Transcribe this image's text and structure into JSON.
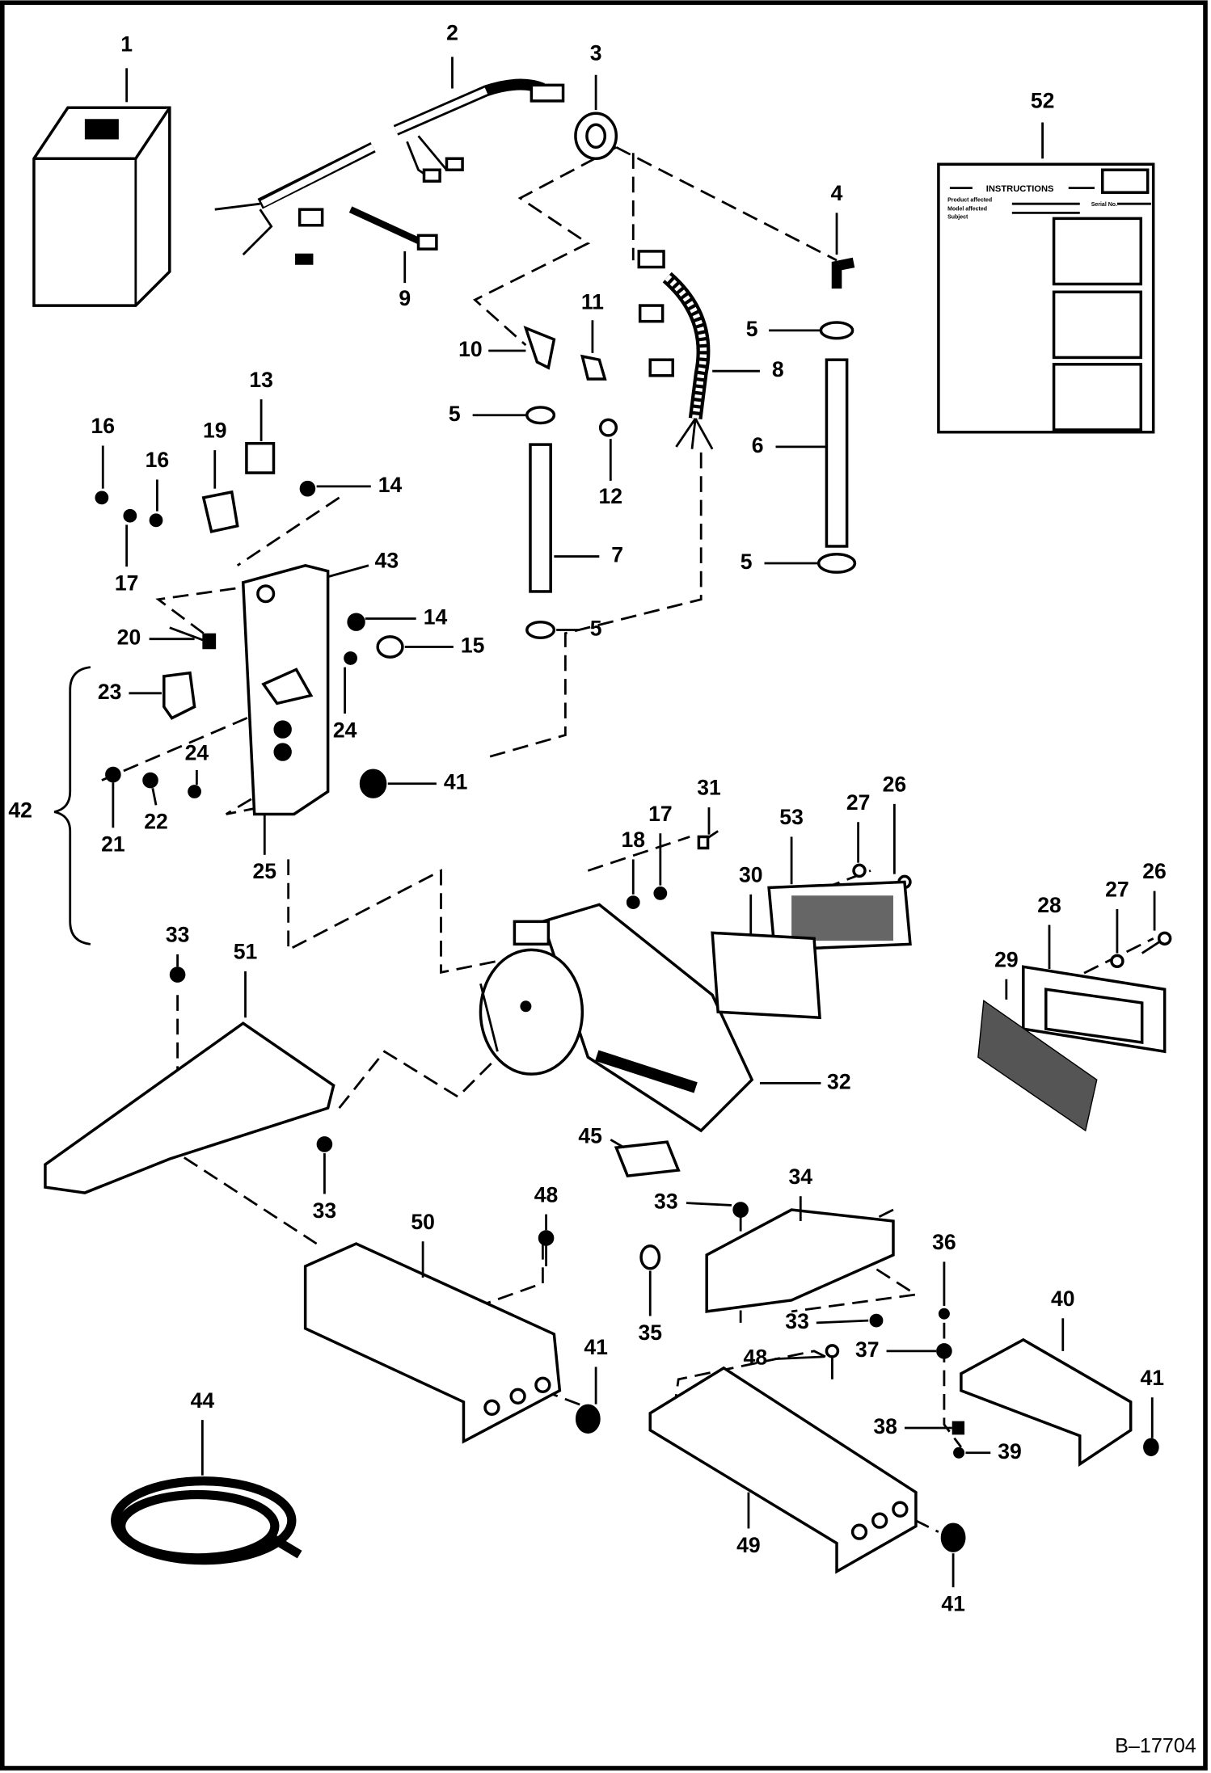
{
  "diagram": {
    "reference_code": "B–17704",
    "callouts": [
      "1",
      "2",
      "3",
      "52",
      "4",
      "5",
      "5",
      "5",
      "5",
      "6",
      "7",
      "8",
      "9",
      "10",
      "11",
      "12",
      "13",
      "14",
      "14",
      "15",
      "16",
      "16",
      "17",
      "19",
      "20",
      "43",
      "23",
      "24",
      "24",
      "41",
      "42",
      "21",
      "22",
      "25",
      "33",
      "51",
      "31",
      "17",
      "18",
      "53",
      "27",
      "26",
      "30",
      "27",
      "26",
      "28",
      "29",
      "32",
      "45",
      "48",
      "33",
      "50",
      "34",
      "33",
      "35",
      "36",
      "33",
      "37",
      "48",
      "40",
      "41",
      "41",
      "38",
      "39",
      "44",
      "49",
      "41"
    ],
    "instruction_sheet": {
      "title": "INSTRUCTIONS",
      "fields": [
        "Product affected",
        "Model affected",
        "Subject"
      ],
      "serial_label": "Serial No."
    }
  }
}
